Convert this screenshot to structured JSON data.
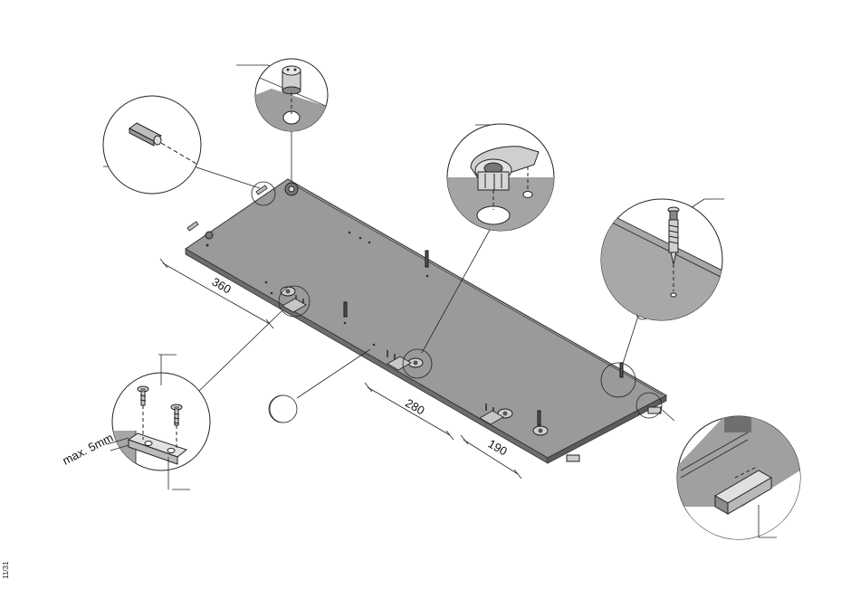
{
  "dimensions": {
    "d360": "360",
    "d280": "280",
    "d190": "190",
    "max_gap": "max. 5mm"
  },
  "page_number": "11/31",
  "colors": {
    "panel": "#9a9a9a",
    "panel_edge": "#5c5c5c",
    "detail_fill": "#b4b4b4",
    "line": "#222222"
  },
  "icons": {
    "cam_lock": "cam-lock-icon",
    "dowel": "dowel-icon",
    "screw": "screw-icon",
    "cam_bolt": "cam-bolt-icon",
    "edge_cap": "edge-cap-icon"
  }
}
